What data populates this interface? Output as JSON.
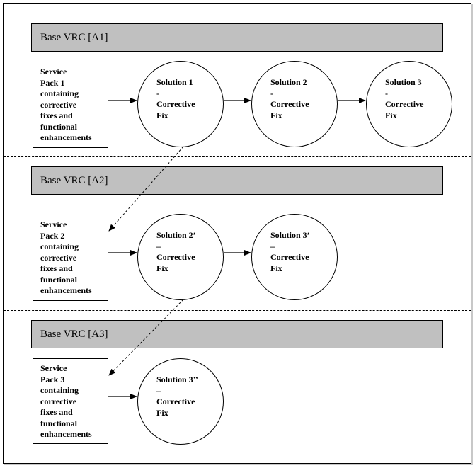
{
  "sections": [
    {
      "title": "Base VRC [A1]",
      "service_pack": [
        "Service",
        "Pack 1",
        "containing",
        "corrective",
        "fixes and",
        "functional",
        "enhancements"
      ],
      "solutions": [
        [
          "Solution 1",
          "-",
          "Corrective",
          "Fix"
        ],
        [
          "Solution 2",
          "-",
          "Corrective",
          "Fix"
        ],
        [
          "Solution 3",
          "-",
          "Corrective",
          "Fix"
        ]
      ]
    },
    {
      "title": "Base VRC [A2]",
      "service_pack": [
        "Service",
        "Pack 2",
        "containing",
        "corrective",
        "fixes and",
        "functional",
        "enhancements"
      ],
      "solutions": [
        [
          "Solution 2’",
          "–",
          "Corrective",
          "Fix"
        ],
        [
          "Solution 3’",
          "–",
          "Corrective",
          "Fix"
        ]
      ]
    },
    {
      "title": "Base VRC [A3]",
      "service_pack": [
        "Service",
        "Pack 3",
        "containing",
        "corrective",
        "fixes and",
        "functional",
        "enhancements"
      ],
      "solutions": [
        [
          "Solution 3’’",
          "–",
          "Corrective",
          "Fix"
        ]
      ]
    }
  ]
}
